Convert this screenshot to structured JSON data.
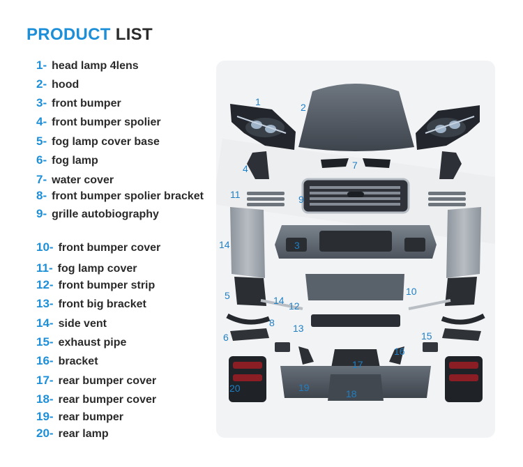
{
  "header": {
    "title_part1": "PRODUCT",
    "title_part2": "LIST"
  },
  "items": [
    {
      "num": "1",
      "label": "head lamp 4lens"
    },
    {
      "num": "2",
      "label": "hood"
    },
    {
      "num": "3",
      "label": "front bumper"
    },
    {
      "num": "4",
      "label": "front bumper spolier"
    },
    {
      "num": "5",
      "label": "fog lamp cover base"
    },
    {
      "num": "6",
      "label": "fog lamp"
    },
    {
      "num": "7",
      "label": "water cover"
    },
    {
      "num": "8",
      "label": "front bumper spolier bracket"
    },
    {
      "num": "9",
      "label": "grille  autobiography"
    },
    {
      "num": "10",
      "label": "front bumper cover"
    },
    {
      "num": "11",
      "label": "fog lamp cover"
    },
    {
      "num": "12",
      "label": "front bumper strip"
    },
    {
      "num": "13",
      "label": "front big bracket"
    },
    {
      "num": "14",
      "label": "side vent"
    },
    {
      "num": "15",
      "label": "exhaust pipe"
    },
    {
      "num": "16",
      "label": "bracket"
    },
    {
      "num": "17",
      "label": "rear bumper cover"
    },
    {
      "num": "18",
      "label": "rear bumper cover"
    },
    {
      "num": "19",
      "label": "rear bumper"
    },
    {
      "num": "20",
      "label": "rear lamp"
    }
  ],
  "dash": "-",
  "callouts": [
    "1",
    "2",
    "3",
    "4",
    "5",
    "6",
    "7",
    "8",
    "9",
    "10",
    "11",
    "12",
    "13",
    "14",
    "14",
    "15",
    "16",
    "17",
    "18",
    "19",
    "20"
  ],
  "colors": {
    "accent": "#1d8fd8",
    "text": "#2a2a2a",
    "panel_bg": "#f2f3f5",
    "part_dark": "#2a2d33",
    "part_grey": "#5b6470"
  }
}
